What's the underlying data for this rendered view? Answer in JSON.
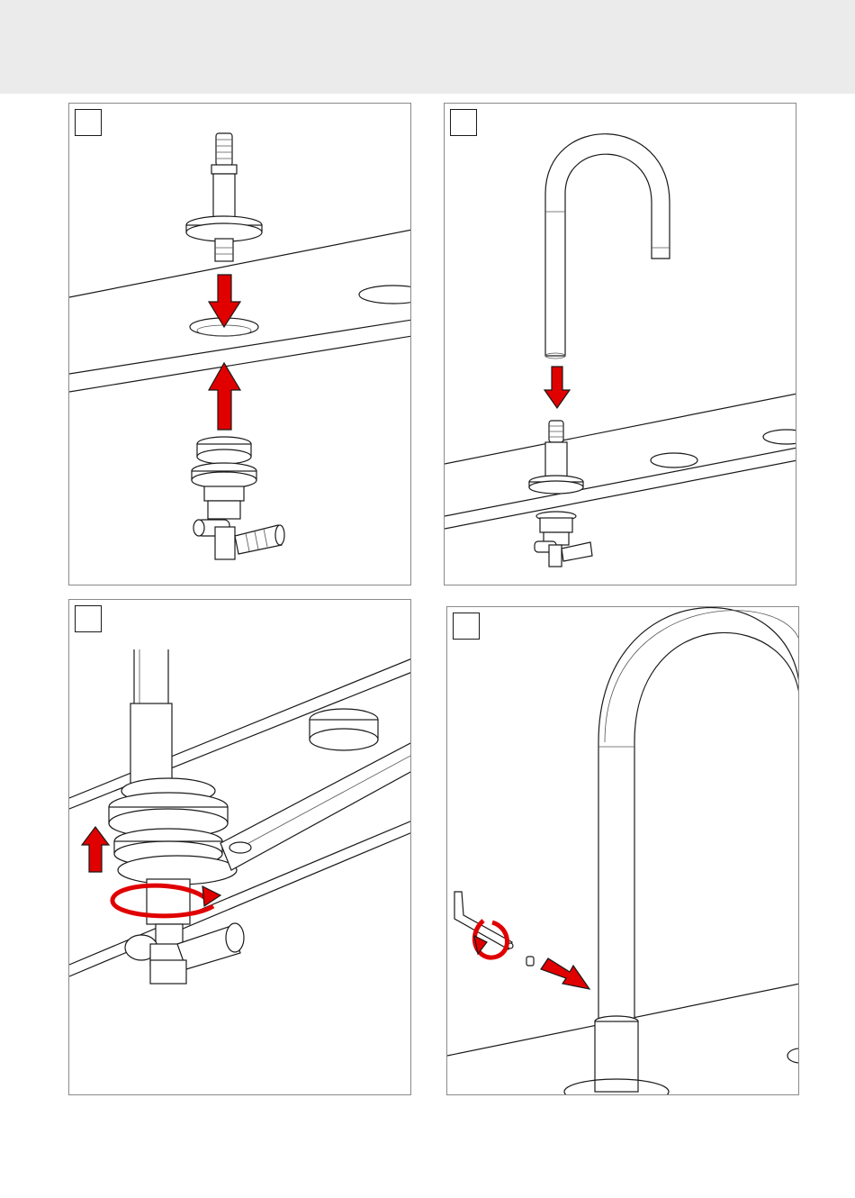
{
  "page": {
    "colors": {
      "header_band": "#ebebeb",
      "panel_border": "#8a8a8a",
      "line_art": "#1a1a1a",
      "arrow_red": "#e00000"
    }
  },
  "panels": [
    {
      "step_label": "",
      "illustration": "install-valve-body-through-deck-hole",
      "arrows": [
        "arrow-down",
        "arrow-up"
      ]
    },
    {
      "step_label": "",
      "illustration": "lower-gooseneck-spout-onto-valve-stem",
      "arrows": [
        "arrow-down"
      ]
    },
    {
      "step_label": "",
      "illustration": "tighten-nut-under-deck-with-wrench",
      "arrows": [
        "arrow-up",
        "rotate-arrow"
      ]
    },
    {
      "step_label": "",
      "illustration": "fix-spout-grub-screw-with-hex-key",
      "arrows": [
        "rotate-arrow",
        "arrow-diagonal"
      ]
    }
  ]
}
